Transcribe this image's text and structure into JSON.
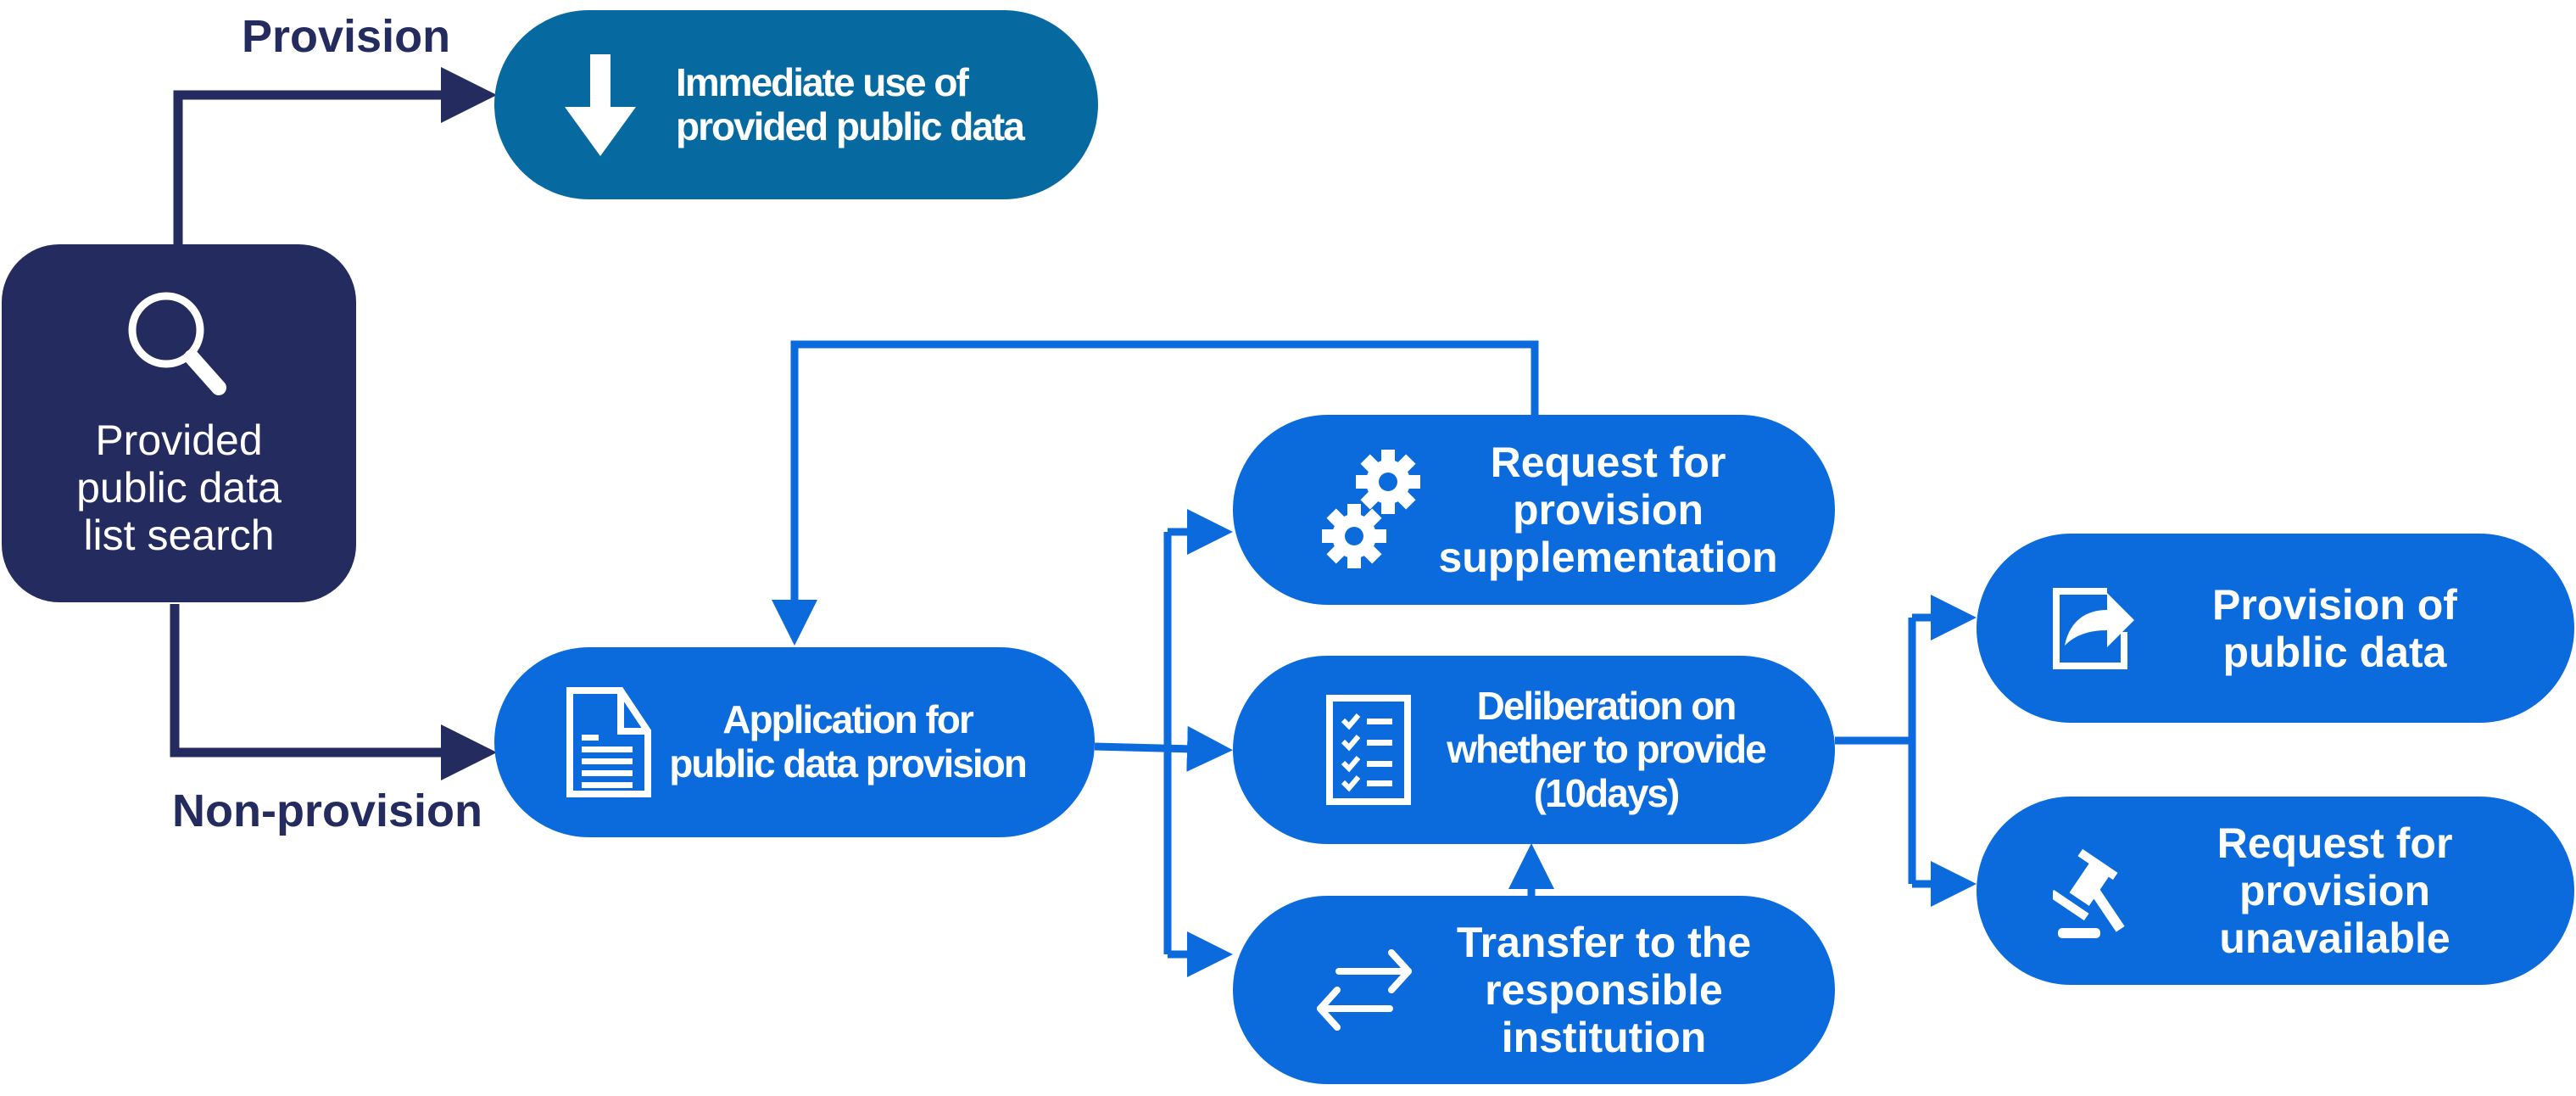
{
  "colors": {
    "navy": "#242b5e",
    "teal": "#0669a0",
    "blue": "#0b6bdc",
    "white": "#ffffff"
  },
  "edge_labels": {
    "provision": "Provision",
    "non_provision": "Non-provision"
  },
  "nodes": {
    "search": {
      "label": "Provided\npublic data\nlist search",
      "icon": "search-icon"
    },
    "immediate_use": {
      "label": "Immediate use of\nprovided public data",
      "icon": "arrow-down-icon"
    },
    "application": {
      "label": "Application for\npublic data provision",
      "icon": "document-icon"
    },
    "supplementation": {
      "label": "Request for\nprovision\nsupplementation",
      "icon": "gears-icon"
    },
    "deliberation": {
      "label": "Deliberation on\nwhether to provide\n(10days)",
      "icon": "checklist-icon"
    },
    "transfer": {
      "label": "Transfer to the\nresponsible\ninstitution",
      "icon": "exchange-arrows-icon"
    },
    "provision_of_data": {
      "label": "Provision of\npublic data",
      "icon": "share-icon"
    },
    "unavailable": {
      "label": "Request for\nprovision\nunavailable",
      "icon": "gavel-icon"
    }
  },
  "edges": [
    {
      "from": "search",
      "to": "immediate_use",
      "label": "Provision"
    },
    {
      "from": "search",
      "to": "application",
      "label": "Non-provision"
    },
    {
      "from": "application",
      "to": "supplementation"
    },
    {
      "from": "application",
      "to": "deliberation"
    },
    {
      "from": "application",
      "to": "transfer"
    },
    {
      "from": "supplementation",
      "to": "application"
    },
    {
      "from": "transfer",
      "to": "deliberation"
    },
    {
      "from": "deliberation",
      "to": "provision_of_data"
    },
    {
      "from": "deliberation",
      "to": "unavailable"
    }
  ]
}
